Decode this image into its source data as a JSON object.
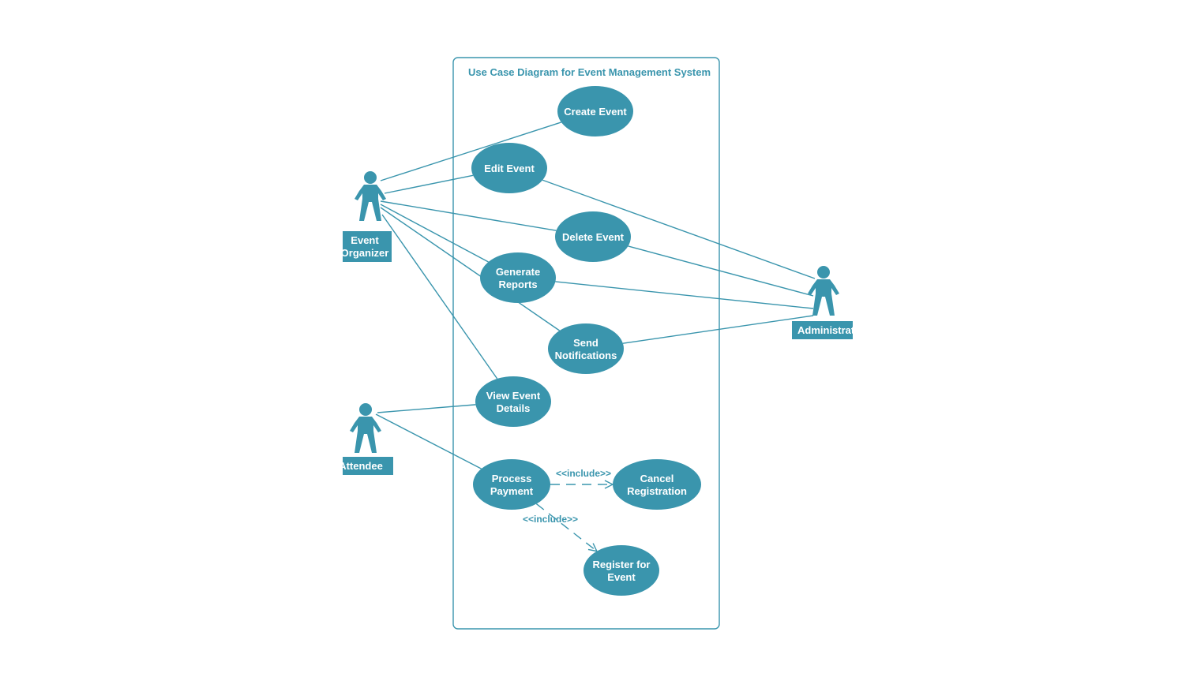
{
  "diagram": {
    "title": "Use Case Diagram for Event Management System",
    "colors": {
      "primary": "#3a95ad",
      "line": "#3a95ad",
      "label_text": "#ffffff",
      "background": "#ffffff"
    },
    "actors": [
      {
        "id": "organizer",
        "lines": [
          "Event",
          "Organizer"
        ]
      },
      {
        "id": "attendee",
        "lines": [
          "Attendee"
        ]
      },
      {
        "id": "administrator",
        "lines": [
          "Administrator"
        ]
      }
    ],
    "use_cases": [
      {
        "id": "create-event",
        "lines": [
          "Create Event"
        ]
      },
      {
        "id": "edit-event",
        "lines": [
          "Edit Event"
        ]
      },
      {
        "id": "delete-event",
        "lines": [
          "Delete Event"
        ]
      },
      {
        "id": "generate-reports",
        "lines": [
          "Generate",
          "Reports"
        ]
      },
      {
        "id": "send-notifications",
        "lines": [
          "Send",
          "Notifications"
        ]
      },
      {
        "id": "view-event-details",
        "lines": [
          "View Event",
          "Details"
        ]
      },
      {
        "id": "process-payment",
        "lines": [
          "Process",
          "Payment"
        ]
      },
      {
        "id": "cancel-registration",
        "lines": [
          "Cancel",
          "Registration"
        ]
      },
      {
        "id": "register-for-event",
        "lines": [
          "Register for",
          "Event"
        ]
      }
    ],
    "associations": [
      {
        "from": "organizer",
        "to": "create-event"
      },
      {
        "from": "organizer",
        "to": "edit-event"
      },
      {
        "from": "organizer",
        "to": "delete-event"
      },
      {
        "from": "organizer",
        "to": "generate-reports"
      },
      {
        "from": "organizer",
        "to": "send-notifications"
      },
      {
        "from": "organizer",
        "to": "view-event-details"
      },
      {
        "from": "attendee",
        "to": "view-event-details"
      },
      {
        "from": "attendee",
        "to": "process-payment"
      },
      {
        "from": "administrator",
        "to": "edit-event"
      },
      {
        "from": "administrator",
        "to": "delete-event"
      },
      {
        "from": "administrator",
        "to": "generate-reports"
      },
      {
        "from": "administrator",
        "to": "send-notifications"
      }
    ],
    "includes": [
      {
        "from": "process-payment",
        "to": "cancel-registration",
        "label": "<<include>>"
      },
      {
        "from": "process-payment",
        "to": "register-for-event",
        "label": "<<include>>"
      }
    ]
  }
}
